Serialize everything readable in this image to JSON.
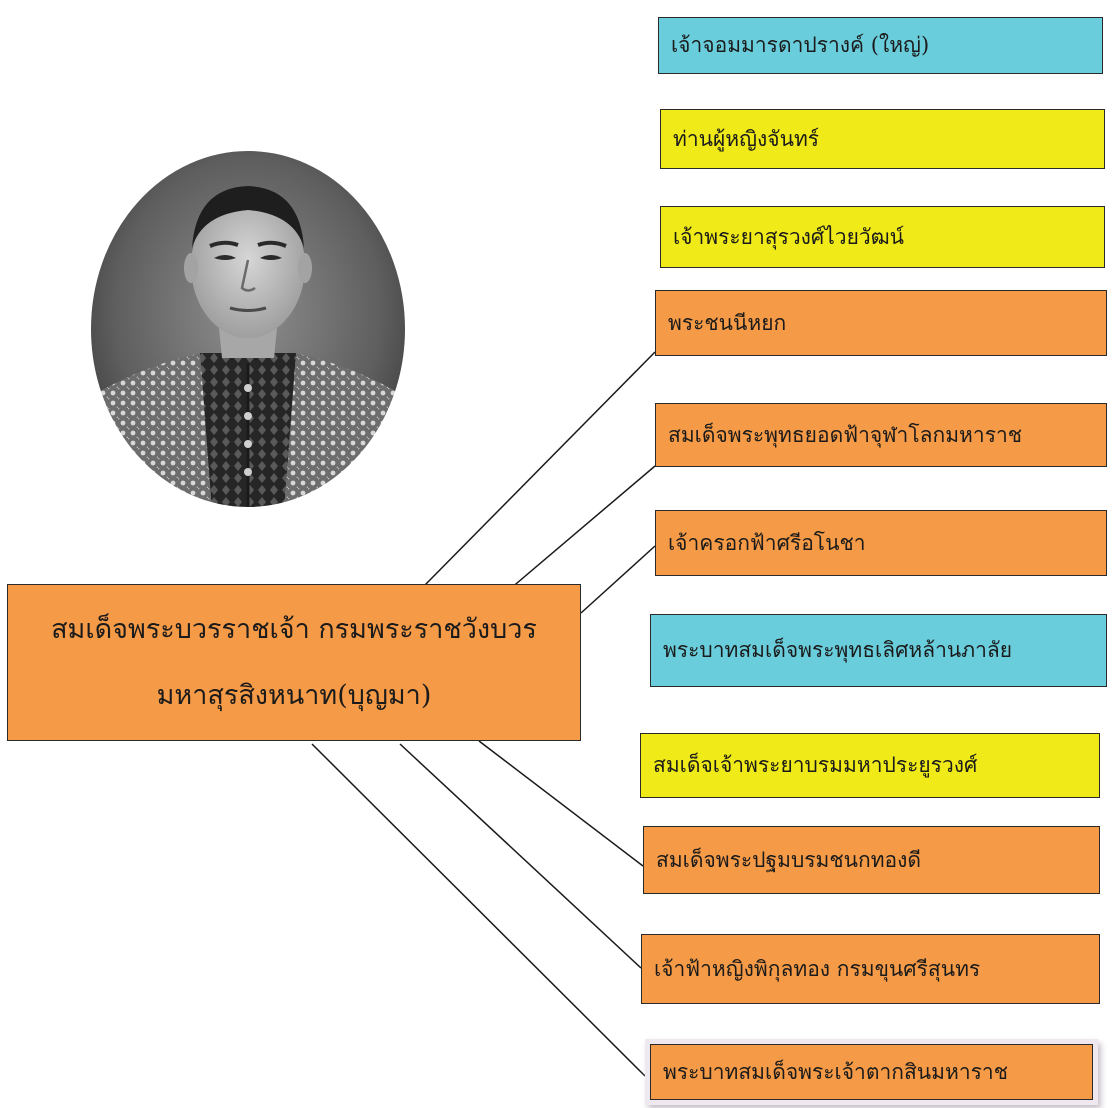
{
  "central": {
    "line1": "สมเด็จพระบวรราชเจ้า กรมพระราชวังบวร",
    "line2": "มหาสุรสิงหนาท(บุญมา)"
  },
  "relatives": [
    {
      "name": "เจ้าจอมมารดาปรางค์ (ใหญ่)",
      "color": "#6acddc"
    },
    {
      "name": "ท่านผู้หญิงจันทร์",
      "color": "#f0ea18"
    },
    {
      "name": "เจ้าพระยาสุรวงศ์ไวยวัฒน์",
      "color": "#f0ea18"
    },
    {
      "name": "พระชนนีหยก",
      "color": "#f59a46"
    },
    {
      "name": "สมเด็จพระพุทธยอดฟ้าจุฬาโลกมหาราช",
      "color": "#f59a46"
    },
    {
      "name": "เจ้าครอกฟ้าศรีอโนชา",
      "color": "#f59a46"
    },
    {
      "name": "พระบาทสมเด็จพระพุทธเลิศหล้านภาลัย",
      "color": "#6acddc"
    },
    {
      "name": "สมเด็จเจ้าพระยาบรมมหาประยูรวงศ์",
      "color": "#f0ea18"
    },
    {
      "name": "สมเด็จพระปฐมบรมชนกทองดี",
      "color": "#f59a46"
    },
    {
      "name": "เจ้าฟ้าหญิงพิกุลทอง กรมขุนศรีสุนทร",
      "color": "#f59a46"
    },
    {
      "name": "พระบาทสมเด็จพระเจ้าตากสินมหาราช",
      "color": "#f59a46"
    }
  ]
}
